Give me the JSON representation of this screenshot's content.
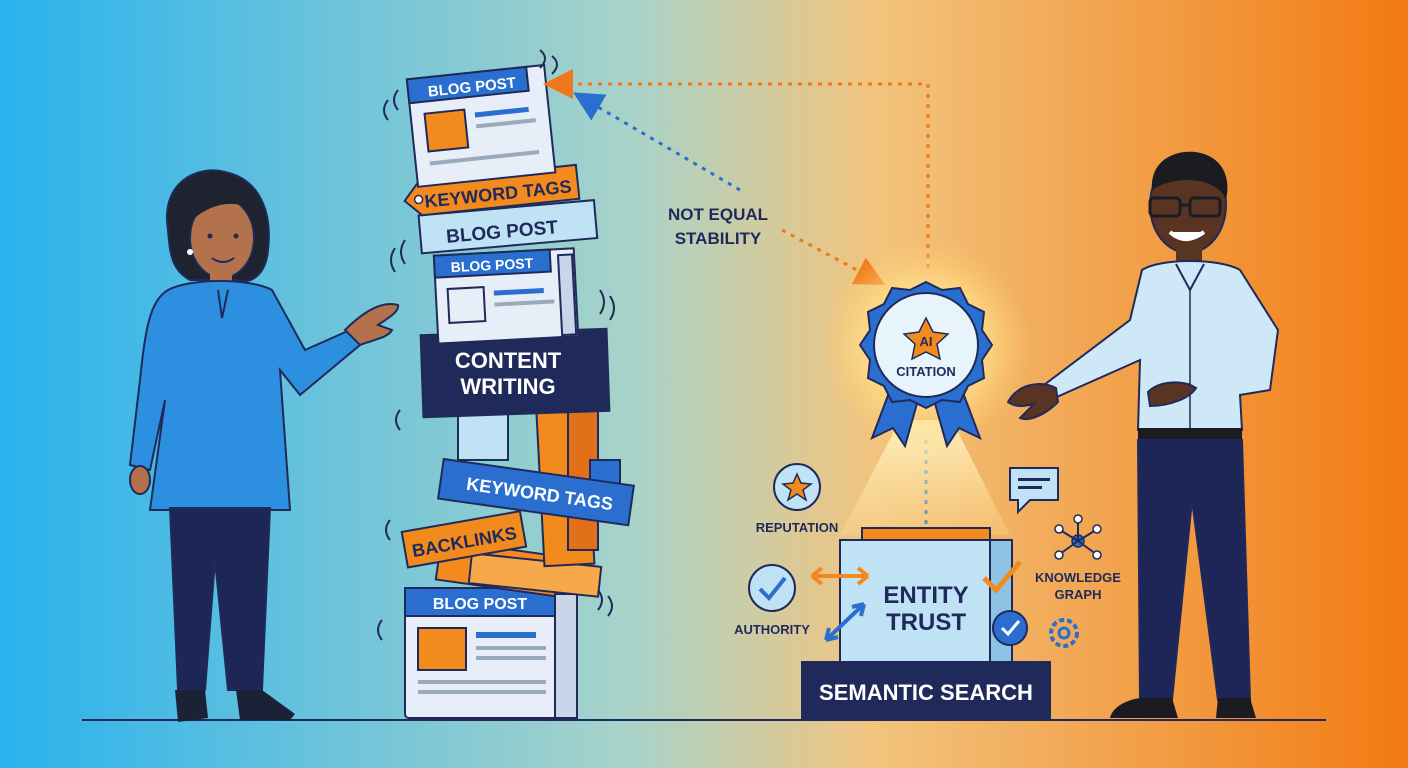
{
  "labels": {
    "blog_post": "BLOG POST",
    "keyword_tags": "KEYWORD TAGS",
    "content_writing_1": "CONTENT",
    "content_writing_2": "WRITING",
    "backlinks": "BACKLINKS",
    "not_equal_1": "NOT EQUAL",
    "not_equal_2": "STABILITY",
    "ai": "AI",
    "citation": "CITATION",
    "reputation": "REPUTATION",
    "authority": "AUTHORITY",
    "knowledge_1": "KNOWLEDGE",
    "knowledge_2": "GRAPH",
    "entity_1": "ENTITY",
    "entity_2": "TRUST",
    "semantic_search": "SEMANTIC SEARCH"
  },
  "colors": {
    "background_left": "#2db3ee",
    "background_right": "#f07a12",
    "navy": "#1f2a5a",
    "blue": "#2a6fd0",
    "orange": "#f28a1e",
    "light_blue": "#bfe2f5",
    "paper": "#e8eef8"
  }
}
